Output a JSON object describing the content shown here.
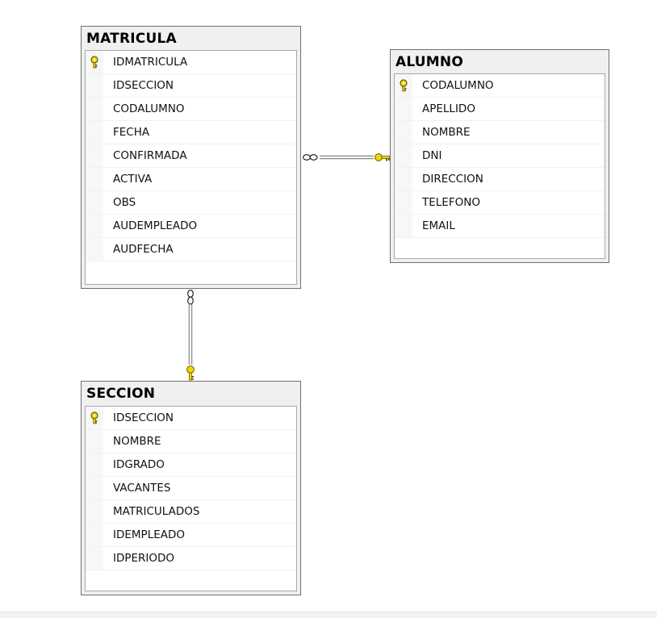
{
  "diagram": {
    "tables": [
      {
        "id": "matricula",
        "name": "MATRICULA",
        "fields": [
          {
            "name": "IDMATRICULA",
            "primary_key": true
          },
          {
            "name": "IDSECCION",
            "primary_key": false
          },
          {
            "name": "CODALUMNO",
            "primary_key": false
          },
          {
            "name": "FECHA",
            "primary_key": false
          },
          {
            "name": "CONFIRMADA",
            "primary_key": false
          },
          {
            "name": "ACTIVA",
            "primary_key": false
          },
          {
            "name": "OBS",
            "primary_key": false
          },
          {
            "name": "AUDEMPLEADO",
            "primary_key": false
          },
          {
            "name": "AUDFECHA",
            "primary_key": false
          }
        ]
      },
      {
        "id": "alumno",
        "name": "ALUMNO",
        "fields": [
          {
            "name": "CODALUMNO",
            "primary_key": true
          },
          {
            "name": "APELLIDO",
            "primary_key": false
          },
          {
            "name": "NOMBRE",
            "primary_key": false
          },
          {
            "name": "DNI",
            "primary_key": false
          },
          {
            "name": "DIRECCION",
            "primary_key": false
          },
          {
            "name": "TELEFONO",
            "primary_key": false
          },
          {
            "name": "EMAIL",
            "primary_key": false
          }
        ]
      },
      {
        "id": "seccion",
        "name": "SECCION",
        "fields": [
          {
            "name": "IDSECCION",
            "primary_key": true
          },
          {
            "name": "NOMBRE",
            "primary_key": false
          },
          {
            "name": "IDGRADO",
            "primary_key": false
          },
          {
            "name": "VACANTES",
            "primary_key": false
          },
          {
            "name": "MATRICULADOS",
            "primary_key": false
          },
          {
            "name": "IDEMPLEADO",
            "primary_key": false
          },
          {
            "name": "IDPERIODO",
            "primary_key": false
          }
        ]
      }
    ],
    "relationships": [
      {
        "from_table": "MATRICULA",
        "to_table": "ALUMNO",
        "many_end": "MATRICULA",
        "one_end": "ALUMNO"
      },
      {
        "from_table": "MATRICULA",
        "to_table": "SECCION",
        "many_end": "MATRICULA",
        "one_end": "SECCION"
      }
    ],
    "icons": {
      "primary_key": "key-icon",
      "many_end": "infinity-icon",
      "one_end": "key-icon"
    },
    "colors": {
      "key": "#f2d600",
      "key_outline": "#6b5a00",
      "connector": "#7a7a7a",
      "table_border": "#6f6f6f",
      "table_header": "#f0f0f0"
    }
  }
}
